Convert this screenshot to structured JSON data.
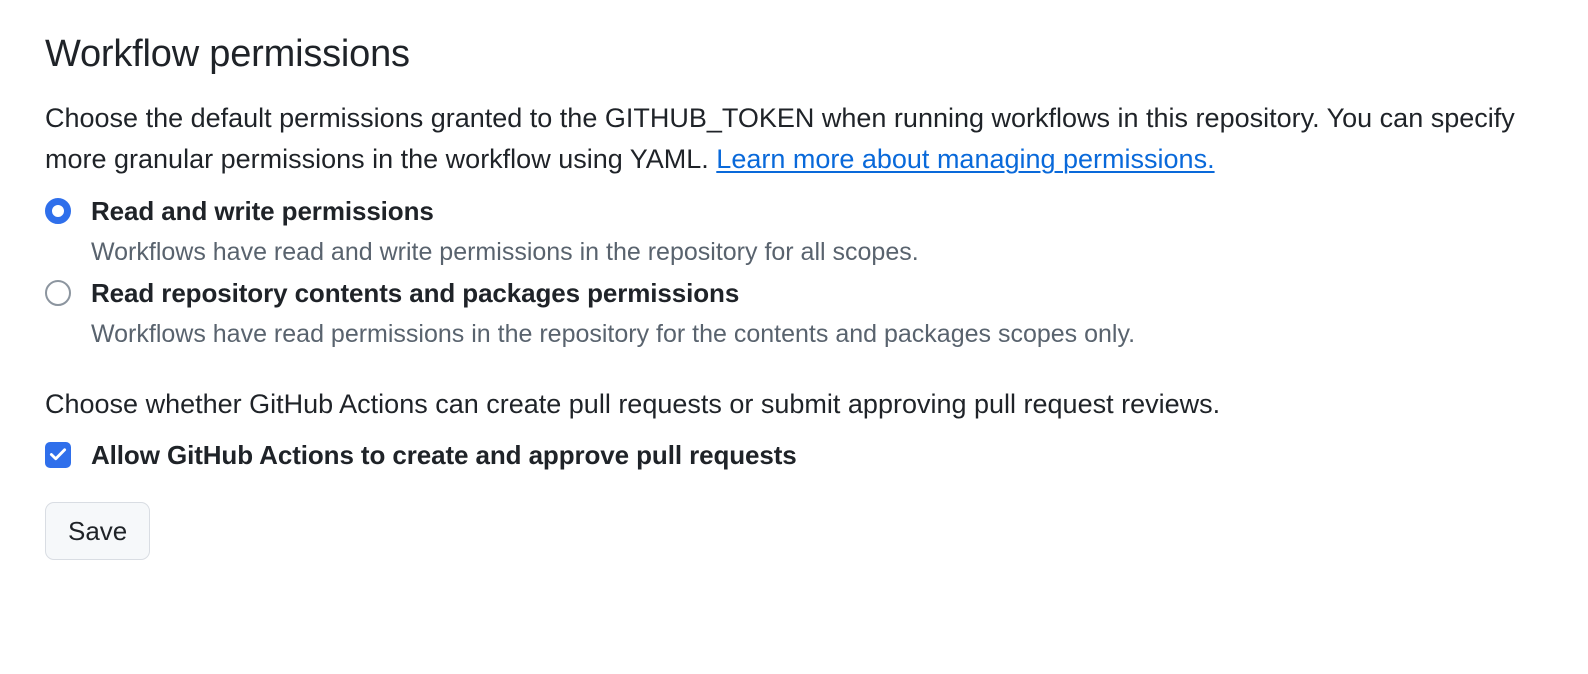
{
  "section": {
    "title": "Workflow permissions",
    "intro_before_link": "Choose the default permissions granted to the GITHUB_TOKEN when running workflows in this repository. You can specify more granular permissions in the workflow using YAML. ",
    "intro_link": "Learn more about managing permissions.",
    "sub_intro": "Choose whether GitHub Actions can create pull requests or submit approving pull request reviews."
  },
  "permissions": {
    "options": [
      {
        "label": "Read and write permissions",
        "help": "Workflows have read and write permissions in the repository for all scopes.",
        "selected": true
      },
      {
        "label": "Read repository contents and packages permissions",
        "help": "Workflows have read permissions in the repository for the contents and packages scopes only.",
        "selected": false
      }
    ]
  },
  "pull_requests": {
    "checkbox_label": "Allow GitHub Actions to create and approve pull requests",
    "checked": true
  },
  "actions": {
    "save_label": "Save"
  },
  "colors": {
    "accent": "#2f6feb",
    "link": "#0969da",
    "text": "#1f2328",
    "muted_text": "#59636e",
    "button_bg": "#f6f8fa",
    "button_border": "#d9dde3",
    "radio_border": "#8c959f"
  },
  "icons": {
    "checkmark": "check-icon"
  }
}
